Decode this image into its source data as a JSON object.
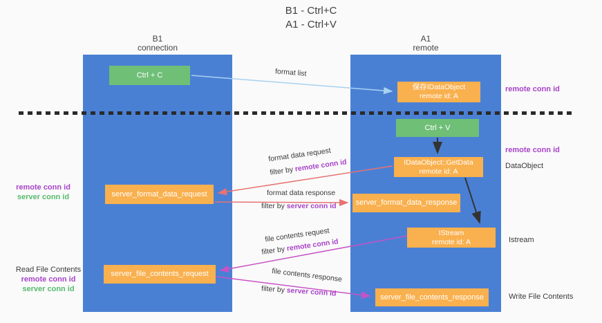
{
  "title": {
    "line1": "B1 - Ctrl+C",
    "line2": "A1 - Ctrl+V"
  },
  "lanes": {
    "left": {
      "name": "B1",
      "type": "connection"
    },
    "right": {
      "name": "A1",
      "type": "remote"
    }
  },
  "nodes": {
    "ctrl_c": {
      "label": "Ctrl + C"
    },
    "save_idataobject": {
      "line1": "保存IDataObject",
      "line2": "remote id: A"
    },
    "ctrl_v": {
      "label": "Ctrl + V"
    },
    "getdata": {
      "line1": "IDataObject::GetData",
      "line2": "remote id: A"
    },
    "format_request": {
      "label": "server_format_data_request"
    },
    "format_response": {
      "label": "server_format_data_response"
    },
    "istream": {
      "line1": "IStream",
      "line2": "remote id: A"
    },
    "file_request": {
      "label": "server_file_contents_request"
    },
    "file_response": {
      "label": "server_file_contents_response"
    }
  },
  "edge_labels": {
    "format_list": "format list",
    "format_data_request": "format data request",
    "format_data_response": "format data response",
    "file_contents_request": "file contents request",
    "file_contents_response": "file contents response",
    "filter_by": "filter by ",
    "remote_conn_id": "remote conn id",
    "server_conn_id": "server conn id"
  },
  "annotations": {
    "remote_conn_id": "remote conn id",
    "server_conn_id": "server conn id",
    "dataobject": "DataObject",
    "istream": "Istream",
    "read_file_contents": "Read File Contents",
    "write_file_contents": "Write File Contents"
  },
  "colors": {
    "lane-blue": "#4a80d4",
    "box-orange": "#f9b04e",
    "box-green": "#6fbf77",
    "arrow-blue": "#a8d2f0",
    "arrow-black": "#333333",
    "arrow-red": "#e87272",
    "arrow-magenta": "#c653c6",
    "text-purple": "#a843c8",
    "text-green": "#56bb6c",
    "background": "#fafafa"
  }
}
